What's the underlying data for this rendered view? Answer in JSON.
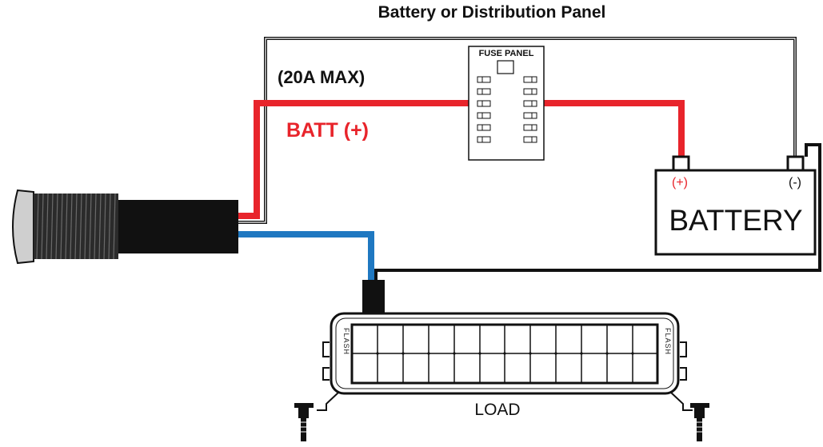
{
  "diagram": {
    "title": "Battery or Distribution Panel",
    "max_current_label": "(20A MAX)",
    "positive_wire_label": "BATT (+)",
    "fuse_panel_label": "FUSE PANEL",
    "battery": {
      "label": "BATTERY",
      "positive_terminal": "(+)",
      "negative_terminal": "(-)"
    },
    "load_label": "LOAD",
    "lightbar_brand": "FLASH",
    "colors": {
      "positive_wire": "#e8242b",
      "ground_wire": "#1f78c1",
      "return_wire": "#111111",
      "switch_body": "#111111"
    }
  }
}
